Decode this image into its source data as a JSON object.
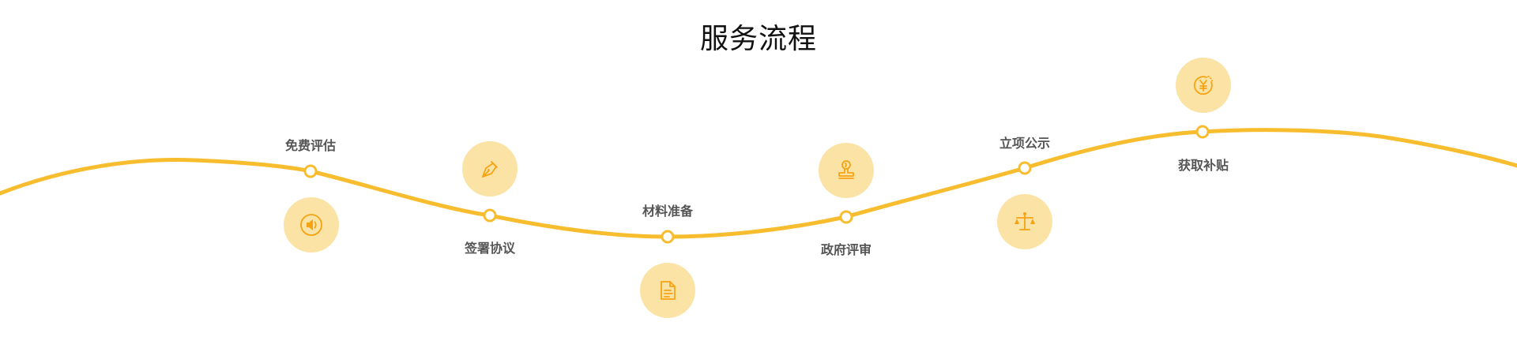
{
  "title": "服务流程",
  "accent_color": "#f7bd2f",
  "icon_bg_color": "#fbe3a6",
  "icon_color": "#f5a313",
  "steps": [
    {
      "label": "免费评估",
      "icon": "speaker-icon"
    },
    {
      "label": "签署协议",
      "icon": "pen-nib-icon"
    },
    {
      "label": "材料准备",
      "icon": "document-icon"
    },
    {
      "label": "政府评审",
      "icon": "stamp-icon"
    },
    {
      "label": "立项公示",
      "icon": "scales-icon"
    },
    {
      "label": "获取补贴",
      "icon": "yuan-coin-icon"
    }
  ]
}
